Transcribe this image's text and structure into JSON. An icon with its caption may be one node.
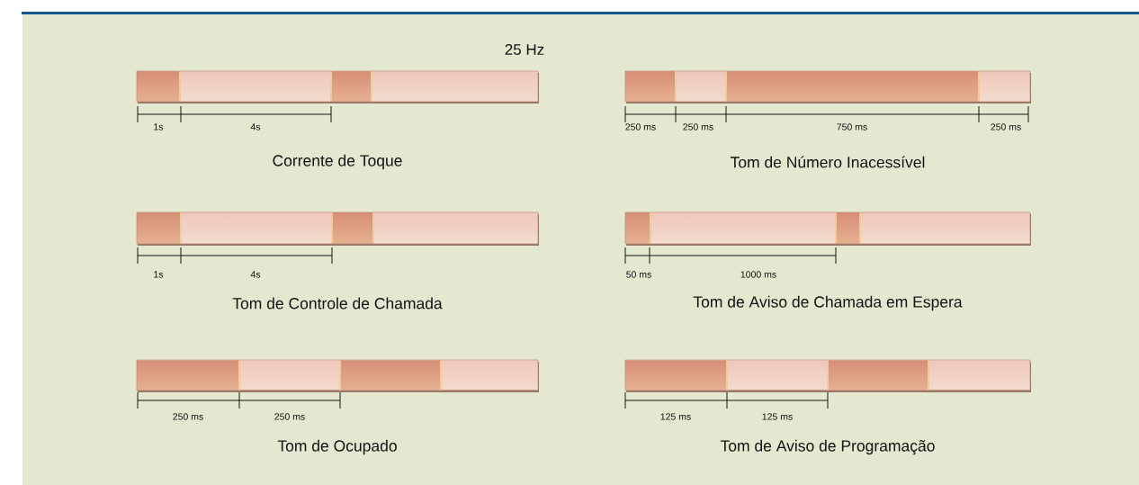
{
  "diagram": {
    "labels": [
      "25 Hz",
      "1s",
      "4s",
      "250 ms",
      "250 ms",
      "750 ms",
      "250 ms",
      "Corrente de Toque",
      "Tom de Número Inacessível",
      "1s",
      "4s",
      "50 ms",
      "1000 ms",
      "Tom de Controle de Chamada",
      "Tom de Aviso de Chamada em Espera",
      "250 ms",
      "250 ms",
      "125 ms",
      "125 ms",
      "Tom de Ocupado",
      "Tom de Aviso de Programação"
    ]
  }
}
